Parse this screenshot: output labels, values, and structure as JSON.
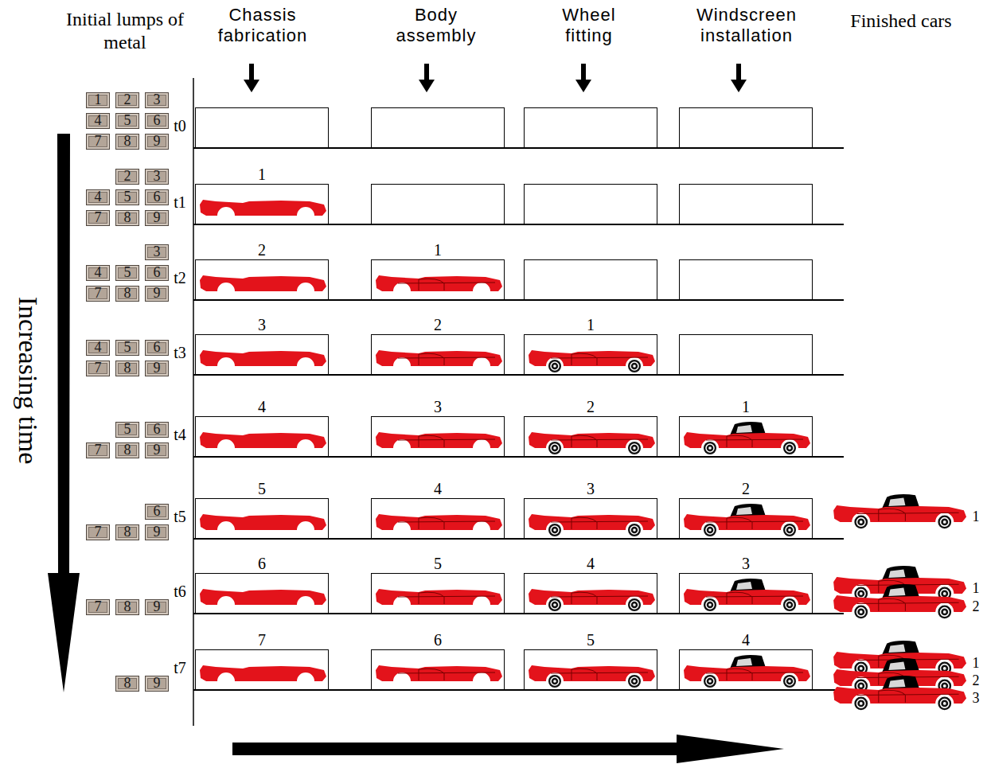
{
  "diagram": {
    "nodes": [
      {
        "text": [
          "1"
        ]
      },
      {
        "text": [
          "2"
        ]
      },
      {
        "text": [
          "3"
        ]
      },
      {
        "text": [
          "4"
        ]
      },
      {
        "text": [
          "5"
        ]
      },
      {
        "text": [
          "6"
        ]
      },
      {
        "text": [
          "7"
        ]
      },
      {
        "text": [
          "8"
        ]
      },
      {
        "text": [
          "9"
        ]
      },
      {
        "text": [
          "2"
        ]
      },
      {
        "text": [
          "3"
        ]
      },
      {
        "text": [
          "4"
        ]
      },
      {
        "text": [
          "5"
        ]
      },
      {
        "text": [
          "6"
        ]
      },
      {
        "text": [
          "7"
        ]
      },
      {
        "text": [
          "8"
        ]
      },
      {
        "text": [
          "9"
        ]
      },
      {
        "text": [
          "1"
        ]
      },
      {
        "text": [
          "3"
        ]
      },
      {
        "text": [
          "4"
        ]
      },
      {
        "text": [
          "5"
        ]
      },
      {
        "text": [
          "6"
        ]
      },
      {
        "text": [
          "7"
        ]
      },
      {
        "text": [
          "8"
        ]
      },
      {
        "text": [
          "9"
        ]
      },
      {
        "text": [
          "2"
        ]
      },
      {
        "text": [
          "1"
        ]
      },
      {
        "text": [
          "4"
        ]
      },
      {
        "text": [
          "5"
        ]
      },
      {
        "text": [
          "6"
        ]
      },
      {
        "text": [
          "7"
        ]
      },
      {
        "text": [
          "8"
        ]
      },
      {
        "text": [
          "9"
        ]
      },
      {
        "text": [
          "3"
        ]
      },
      {
        "text": [
          "2"
        ]
      },
      {
        "text": [
          "1"
        ]
      },
      {
        "text": [
          "5"
        ]
      },
      {
        "text": [
          "6"
        ]
      },
      {
        "text": [
          "7"
        ]
      },
      {
        "text": [
          "8"
        ]
      },
      {
        "text": [
          "9"
        ]
      },
      {
        "text": [
          "4"
        ]
      },
      {
        "text": [
          "3"
        ]
      },
      {
        "text": [
          "2"
        ]
      },
      {
        "text": [
          "1"
        ]
      },
      {
        "text": [
          "6"
        ]
      },
      {
        "text": [
          "7"
        ]
      },
      {
        "text": [
          "8"
        ]
      },
      {
        "text": [
          "9"
        ]
      },
      {
        "text": [
          "5"
        ]
      },
      {
        "text": [
          "4"
        ]
      },
      {
        "text": [
          "3"
        ]
      },
      {
        "text": [
          "2"
        ]
      },
      {
        "text": [
          "7"
        ]
      },
      {
        "text": [
          "8"
        ]
      },
      {
        "text": [
          "9"
        ]
      },
      {
        "text": [
          "6"
        ]
      },
      {
        "text": [
          "5"
        ]
      },
      {
        "text": [
          "4"
        ]
      },
      {
        "text": [
          "3"
        ]
      },
      {
        "text": [
          "8"
        ]
      },
      {
        "text": [
          "9"
        ]
      },
      {
        "text": [
          "7"
        ]
      },
      {
        "text": [
          "6"
        ]
      },
      {
        "text": [
          "5"
        ]
      },
      {
        "text": [
          "4"
        ]
      }
    ],
    "labels": [
      "Initial lumps of metal",
      "Chassis fabrication",
      "Body assembly",
      "Wheel fitting",
      "Windscreen installation",
      "Finished cars",
      "Increasing time",
      "t0",
      "t1",
      "t2",
      "t3",
      "t4",
      "t5",
      "t6",
      "t7",
      "1",
      "1",
      "2",
      "1",
      "2",
      "3"
    ]
  }
}
